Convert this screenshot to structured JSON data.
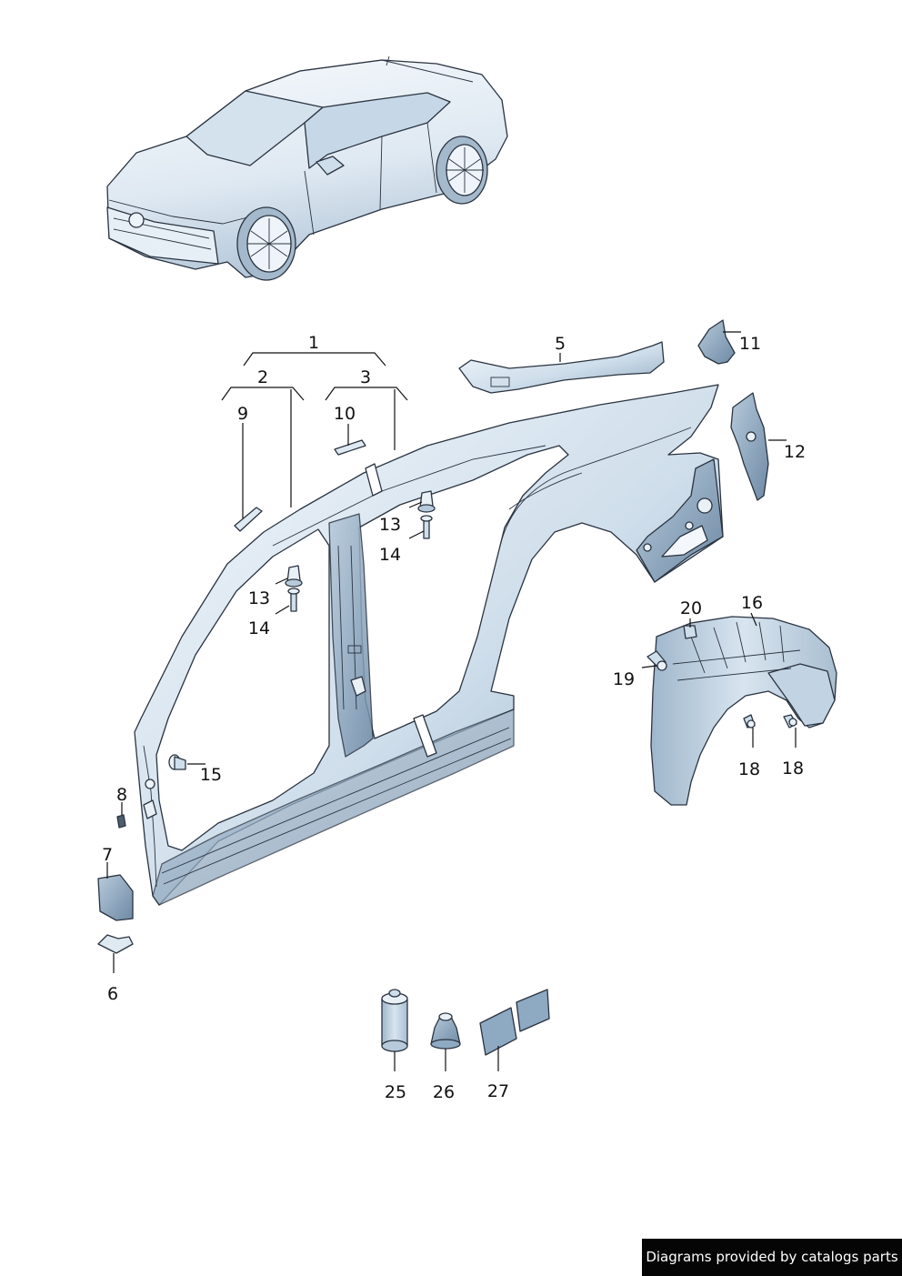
{
  "callouts": {
    "c1": "1",
    "c2": "2",
    "c3": "3",
    "c5": "5",
    "c6": "6",
    "c7": "7",
    "c8": "8",
    "c9": "9",
    "c10": "10",
    "c11": "11",
    "c12": "12",
    "c13a": "13",
    "c14a": "14",
    "c13b": "13",
    "c14b": "14",
    "c15": "15",
    "c16": "16",
    "c18a": "18",
    "c18b": "18",
    "c19": "19",
    "c20": "20",
    "c25": "25",
    "c26": "26",
    "c27": "27"
  },
  "credit": "Diagrams provided by catalogs parts",
  "colors": {
    "panel_light": "#eef5fb",
    "panel_mid": "#c9dbe9",
    "panel_dark": "#8ea9c2",
    "outline": "#2a3340"
  }
}
